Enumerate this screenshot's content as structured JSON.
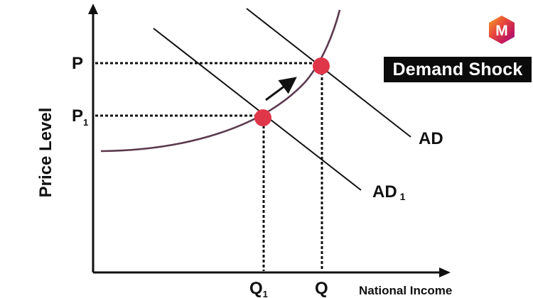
{
  "badge": {
    "text": "Demand Shock"
  },
  "logo": {
    "letter": "M",
    "colors": [
      "#f5a623",
      "#e8493a",
      "#c2185b",
      "#8e24aa"
    ]
  },
  "axes": {
    "y_label": "Price Level",
    "x_label": "National Income"
  },
  "price_labels": {
    "p": "P",
    "p1_main": "P",
    "p1_sub": "1"
  },
  "quantity_labels": {
    "q": "Q",
    "q1_main": "Q",
    "q1_sub": "1"
  },
  "curves": {
    "ad": "AD",
    "ad1_main": "AD",
    "ad1_sub": "1"
  },
  "colors": {
    "equilibrium_point": "#e0364a",
    "supply_curve": "#5b3a4e",
    "ink": "#111111"
  }
}
